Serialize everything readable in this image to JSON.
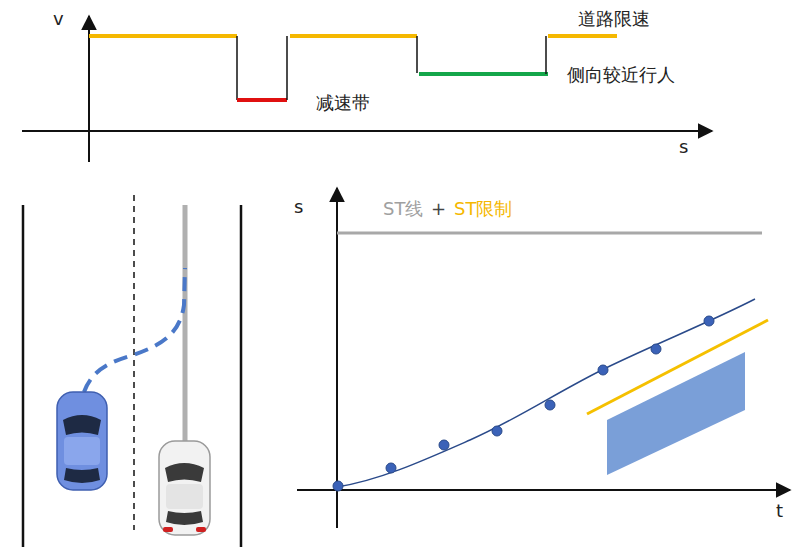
{
  "diagram": {
    "labels": [
      "v",
      "s",
      "道路限速",
      "减速带",
      "侧向较近行人",
      "s",
      "ST线",
      "+",
      "ST限制",
      "t"
    ]
  }
}
